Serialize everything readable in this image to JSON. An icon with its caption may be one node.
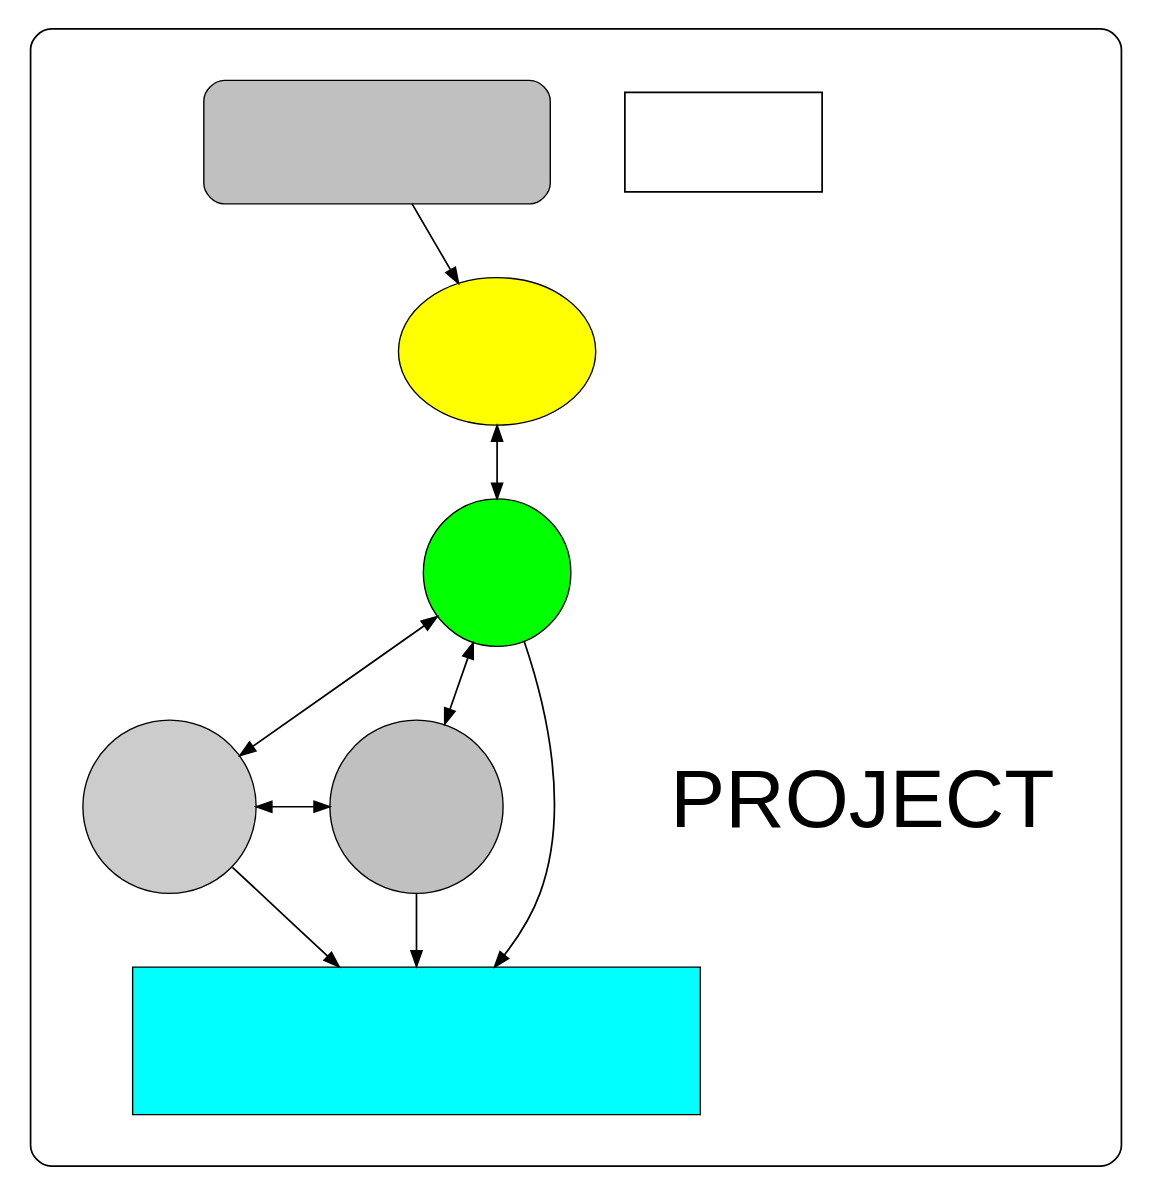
{
  "diagram": {
    "nodes": [
      {
        "text": [],
        "shape": "box"
      },
      {
        "text": [],
        "shape": "box",
        "in": 0
      },
      {
        "text": [],
        "shape": "box",
        "in": 0
      },
      {
        "text": [],
        "shape": "ellipse",
        "in": 0
      },
      {
        "text": [],
        "shape": "circle",
        "in": 0
      },
      {
        "text": [],
        "shape": "circle",
        "in": 0
      },
      {
        "text": [],
        "shape": "circle",
        "in": 0
      },
      {
        "text": [],
        "shape": "box",
        "in": 0
      }
    ],
    "edges": [
      {
        "from": 2,
        "to": 3,
        "arrow": "to"
      },
      {
        "from": 3,
        "to": 4,
        "arrow": "both"
      },
      {
        "from": 4,
        "to": 5,
        "arrow": "both"
      },
      {
        "from": 4,
        "to": 6,
        "arrow": "both"
      },
      {
        "from": 5,
        "to": 6,
        "arrow": "both"
      },
      {
        "from": 4,
        "to": 7,
        "arrow": "to"
      },
      {
        "from": 5,
        "to": 7,
        "arrow": "to"
      },
      {
        "from": 6,
        "to": 7,
        "arrow": "to"
      }
    ],
    "labels": [
      "PROJECT"
    ]
  }
}
